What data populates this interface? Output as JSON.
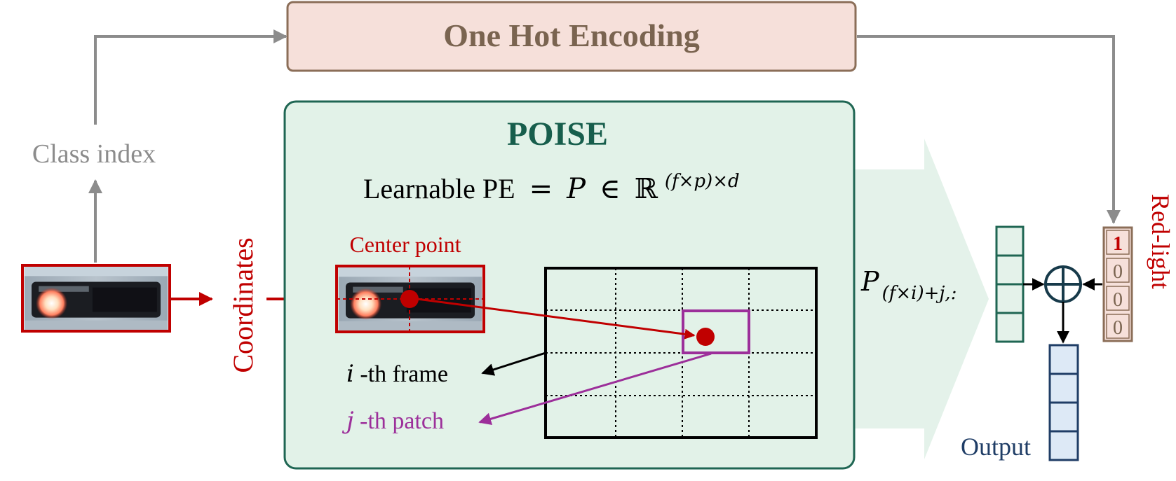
{
  "encoder": {
    "title": "One Hot Encoding"
  },
  "class_index": {
    "label": "Class index"
  },
  "coordinates": {
    "label": "Coordinates"
  },
  "poise": {
    "title": "POISE",
    "formula": {
      "prefix": "Learnable PE",
      "equals": "=",
      "var": "P",
      "in": "∈",
      "set": "ℝ",
      "exponent": "(f×p)×d"
    },
    "center_point_label": "Center point",
    "frame_label": {
      "var": "i",
      "text": "-th frame"
    },
    "patch_label": {
      "var": "j",
      "text": "-th patch"
    },
    "grid": {
      "rows": 4,
      "cols": 4,
      "selected_row": 1,
      "selected_col": 2
    }
  },
  "pe_row_label": {
    "base": "P",
    "subscript": "(f×i)+j,:"
  },
  "one_hot_vector": {
    "values": [
      "1",
      "0",
      "0",
      "0"
    ],
    "class_name": "Red-light"
  },
  "output": {
    "label": "Output"
  },
  "colors": {
    "encoder_fill": "#f6e0da",
    "encoder_stroke": "#8b6e58",
    "encoder_text": "#7a6450",
    "poise_fill": "#e2f2e8",
    "poise_stroke": "#1f6653",
    "poise_title": "#175e4c",
    "red": "#c00000",
    "purple": "#9c2f9a",
    "gray": "#8c8c8c",
    "pe_vector": "#1f6653",
    "output_fill": "#dde9f6",
    "output_stroke": "#1f3d66",
    "output_text": "#1f3d66",
    "onehot_fill": "#f6e0da",
    "onehot_stroke": "#8b6e58"
  }
}
